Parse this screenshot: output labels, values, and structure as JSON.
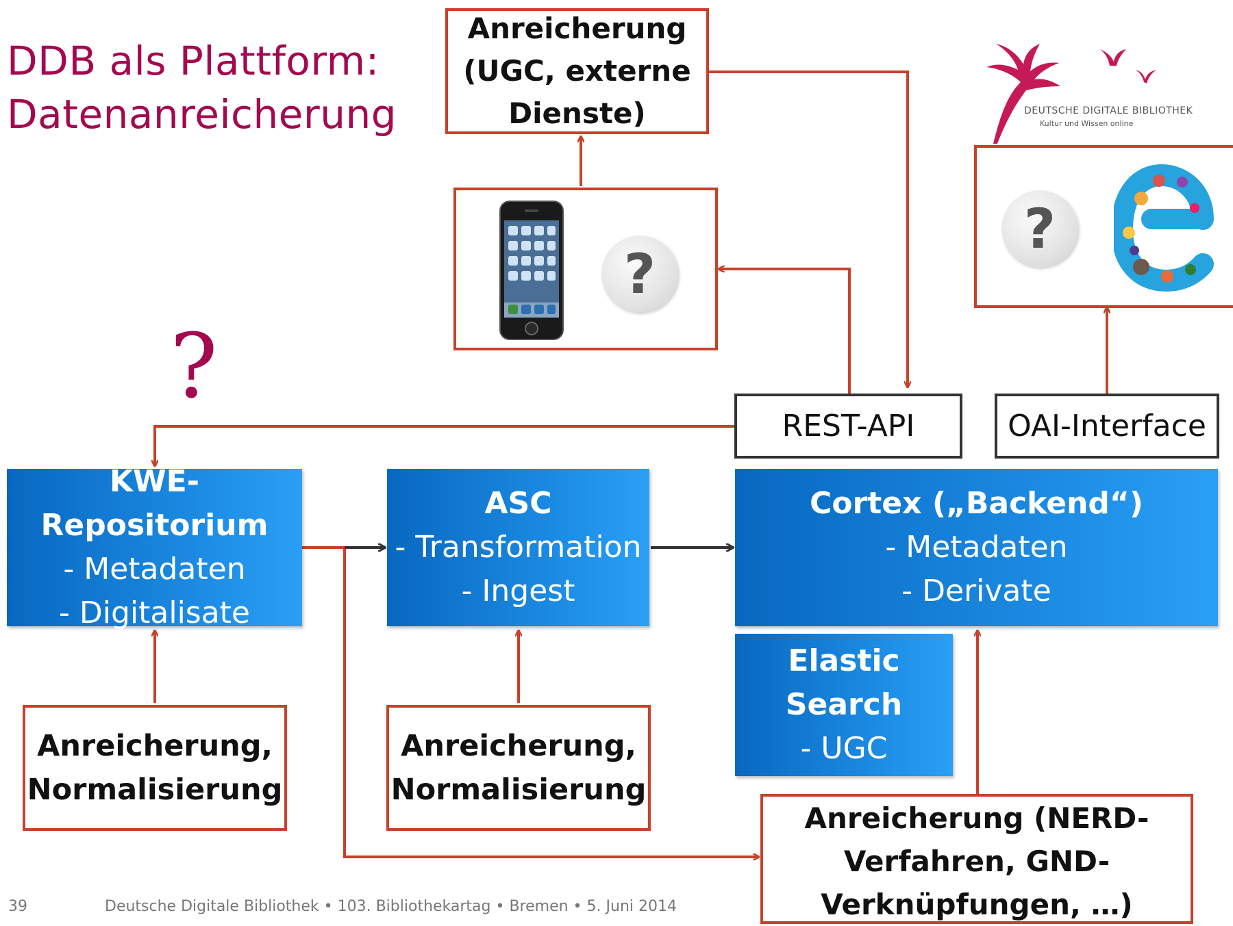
{
  "title": {
    "line1": "DDB als Plattform:",
    "line2": "Datenanreicherung"
  },
  "top_enrich": {
    "line1": "Anreicherung",
    "line2": "(UGC, externe",
    "line3": "Dienste)"
  },
  "rest_api": "REST-API",
  "oai": "OAI-Interface",
  "logo": {
    "title": "DEUTSCHE DIGITALE BIBLIOTHEK",
    "sub": "Kultur und Wissen online"
  },
  "question_glyph": "?",
  "kwe": {
    "title": "KWE-Repositorium",
    "line1": "- Metadaten",
    "line2": "- Digitalisate"
  },
  "asc": {
    "title": "ASC",
    "line1": "- Transformation",
    "line2": "- Ingest"
  },
  "cortex": {
    "title": "Cortex („Backend“)",
    "line1": "- Metadaten",
    "line2": "- Derivate"
  },
  "elastic": {
    "title": "Elastic Search",
    "line1": "- UGC"
  },
  "enrich_left": {
    "line1": "Anreicherung,",
    "line2": "Normalisierung"
  },
  "enrich_mid": {
    "line1": "Anreicherung,",
    "line2": "Normalisierung"
  },
  "enrich_bottom": {
    "line1": "Anreicherung (NERD-",
    "line2": "Verfahren, GND-",
    "line3": "Verknüpfungen, …)"
  },
  "footer": {
    "page": "39",
    "text": "Deutsche Digitale Bibliothek • 103. Bibliothekartag • Bremen •  5. Juni 2014"
  },
  "colors": {
    "accent": "#a4084e",
    "orange": "#c8412a",
    "blue": "#1e8ee6",
    "dark": "#333333"
  }
}
